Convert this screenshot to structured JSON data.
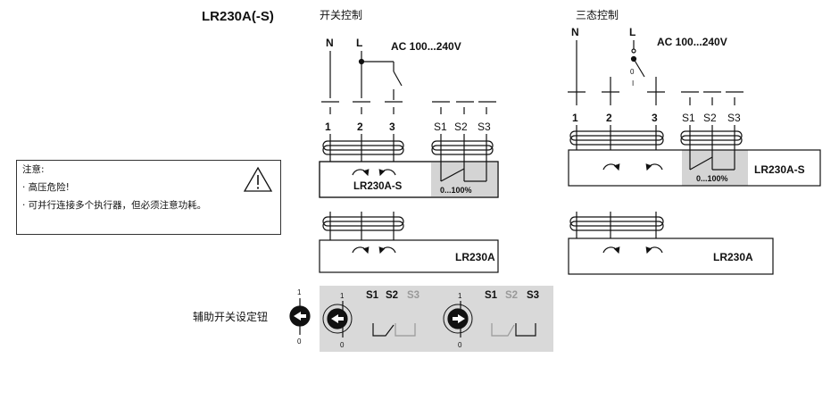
{
  "model_title": "LR230A(-S)",
  "section_onoff": "开关控制",
  "section_three": "三态控制",
  "supply": {
    "N": "N",
    "L": "L",
    "voltage": "AC 100...240V",
    "switch_zero": "0",
    "switch_one": "I"
  },
  "terminals": {
    "t1": "1",
    "t2": "2",
    "t3": "3",
    "s1": "S1",
    "s2": "S2",
    "s3": "S3"
  },
  "devices": {
    "with_aux_left": "LR230A-S",
    "with_aux_right": "LR230A-S",
    "plain_left": "LR230A",
    "plain_right": "LR230A",
    "aux_range": "0...100%"
  },
  "note": {
    "heading": "注意:",
    "items": [
      "· 高压危险!",
      "· 可并行连接多个执行器，但必须注意功耗。"
    ]
  },
  "aux_switch": {
    "label": "辅助开关设定钮",
    "one": "1",
    "zero": "0",
    "s1": "S1",
    "s2": "S2",
    "s3": "S3"
  }
}
